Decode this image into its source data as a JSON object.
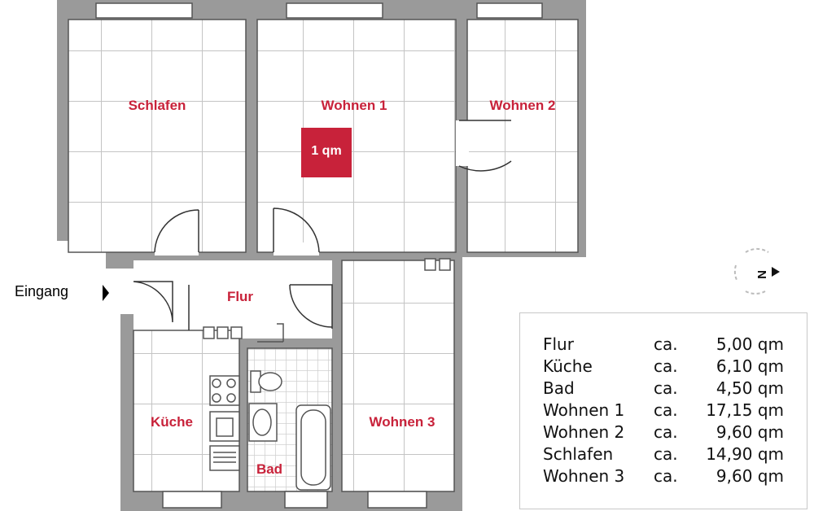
{
  "plan": {
    "entrance_label": "Eingang",
    "sample_label": "1 qm",
    "rooms": [
      {
        "id": "schlafen",
        "label": "Schlafen"
      },
      {
        "id": "wohnen1",
        "label": "Wohnen 1"
      },
      {
        "id": "wohnen2",
        "label": "Wohnen 2"
      },
      {
        "id": "flur",
        "label": "Flur"
      },
      {
        "id": "kueche",
        "label": "Küche"
      },
      {
        "id": "bad",
        "label": "Bad"
      },
      {
        "id": "wohnen3",
        "label": "Wohnen 3"
      }
    ],
    "compass_letter": "N",
    "colors": {
      "label": "#c8223a",
      "wall": "#8a8a8a",
      "grid": "#c8c8c8"
    }
  },
  "areas": [
    {
      "name": "Flur",
      "ca": "ca.",
      "value": "5,00 qm"
    },
    {
      "name": "Küche",
      "ca": "ca.",
      "value": "6,10 qm"
    },
    {
      "name": "Bad",
      "ca": "ca.",
      "value": "4,50 qm"
    },
    {
      "name": "Wohnen 1",
      "ca": "ca.",
      "value": "17,15 qm"
    },
    {
      "name": "Wohnen 2",
      "ca": "ca.",
      "value": "9,60 qm"
    },
    {
      "name": "Schlafen",
      "ca": "ca.",
      "value": "14,90 qm"
    },
    {
      "name": "Wohnen 3",
      "ca": "ca.",
      "value": "9,60 qm"
    }
  ]
}
